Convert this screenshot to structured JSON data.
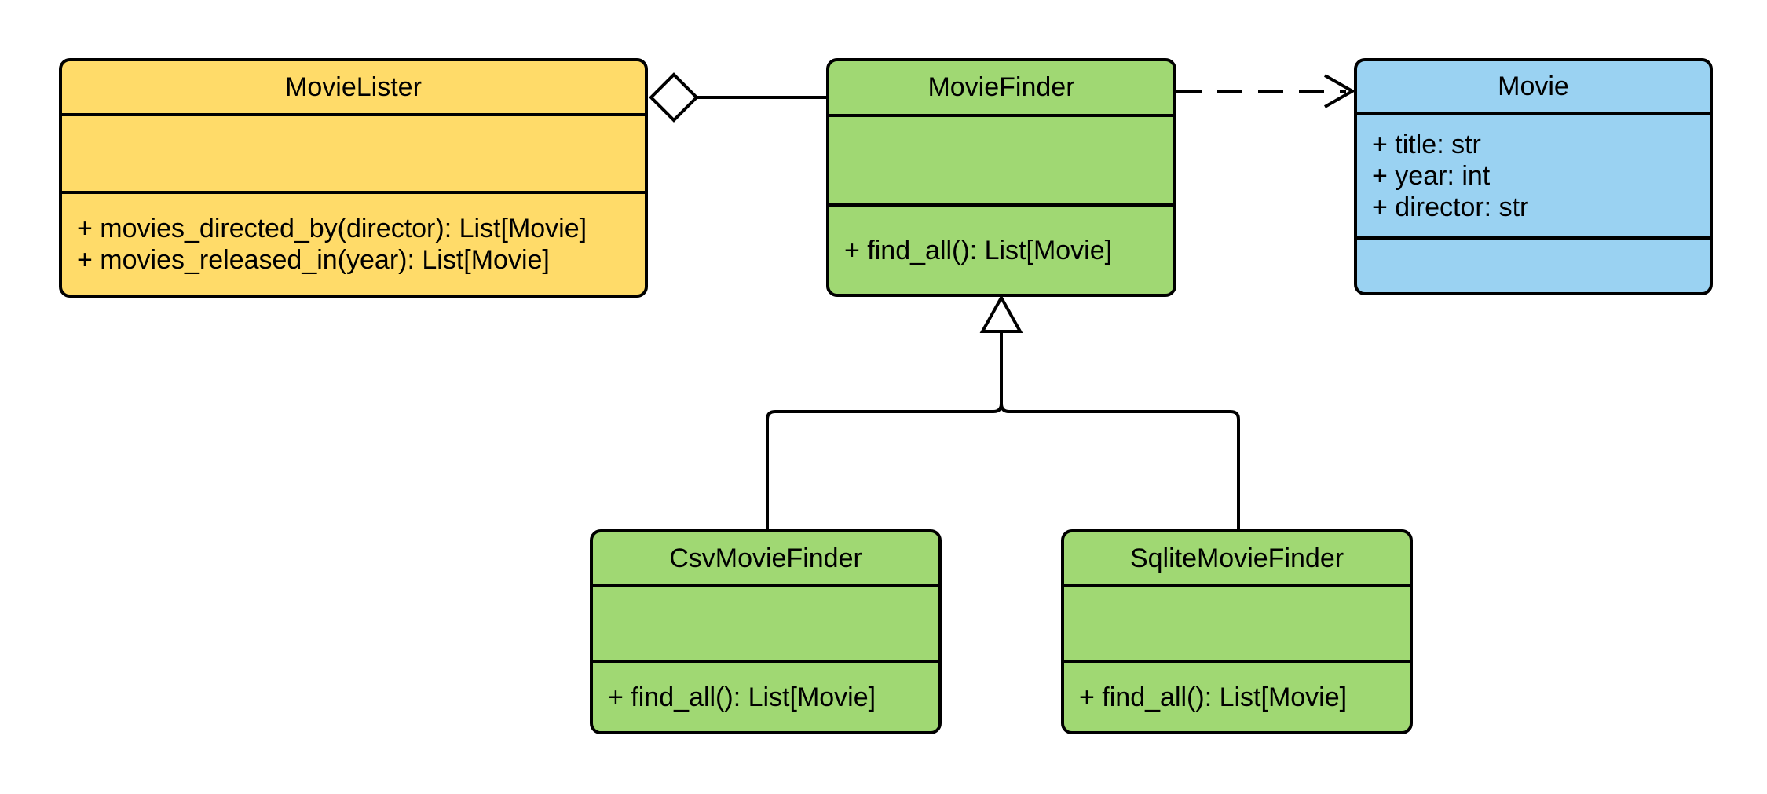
{
  "diagram": {
    "type": "uml-class-diagram",
    "background": "#ffffff",
    "colors": {
      "stroke": "#000000",
      "lister_fill": "#FFDB69",
      "finder_fill": "#A0D873",
      "movie_fill": "#9AD2F2",
      "marker_fill": "#ffffff"
    },
    "classes": [
      {
        "name": "MovieLister",
        "attributes": [],
        "methods": [
          "+ movies_directed_by(director): List[Movie]",
          "+ movies_released_in(year): List[Movie]"
        ],
        "fill": "#FFDB69"
      },
      {
        "name": "MovieFinder",
        "attributes": [],
        "methods": [
          "+ find_all(): List[Movie]"
        ],
        "fill": "#A0D873"
      },
      {
        "name": "Movie",
        "attributes": [
          "+ title: str",
          "+ year: int",
          "+ director: str"
        ],
        "methods": [],
        "fill": "#9AD2F2"
      },
      {
        "name": "CsvMovieFinder",
        "attributes": [],
        "methods": [
          "+ find_all(): List[Movie]"
        ],
        "fill": "#A0D873"
      },
      {
        "name": "SqliteMovieFinder",
        "attributes": [],
        "methods": [
          "+ find_all(): List[Movie]"
        ],
        "fill": "#A0D873"
      }
    ],
    "relationships": [
      {
        "type": "aggregation",
        "owner": "MovieLister",
        "part": "MovieFinder",
        "line": "solid",
        "marker": "hollow-diamond"
      },
      {
        "type": "dependency",
        "from": "MovieFinder",
        "to": "Movie",
        "line": "dashed",
        "marker": "open-arrow"
      },
      {
        "type": "generalization",
        "child": "CsvMovieFinder",
        "parent": "MovieFinder",
        "line": "solid",
        "marker": "hollow-triangle"
      },
      {
        "type": "generalization",
        "child": "SqliteMovieFinder",
        "parent": "MovieFinder",
        "line": "solid",
        "marker": "hollow-triangle"
      }
    ]
  }
}
